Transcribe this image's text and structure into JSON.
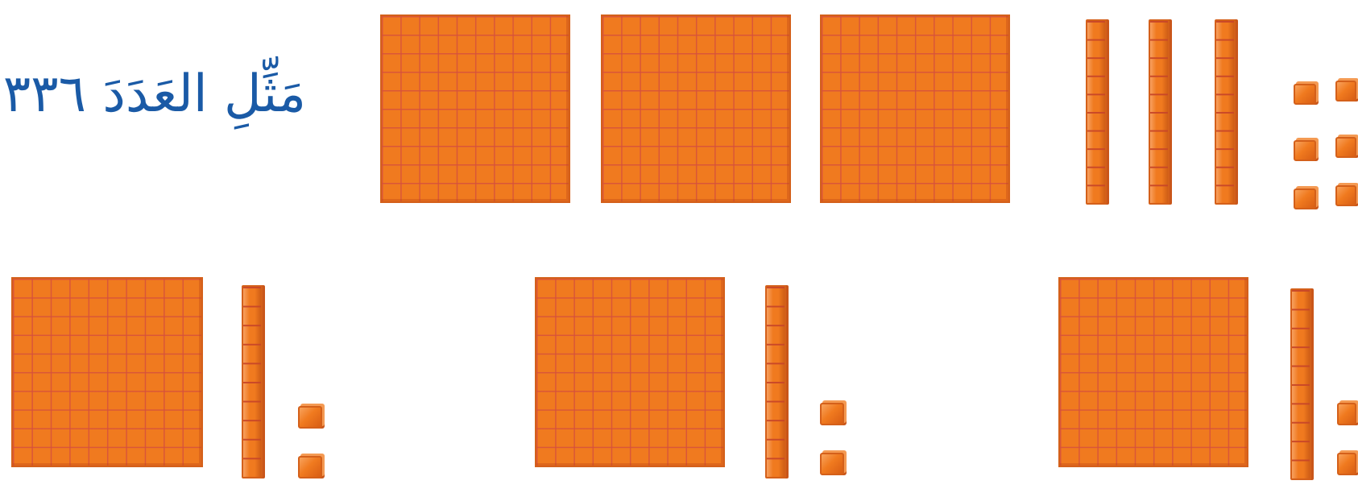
{
  "instruction": "مَثِّلِ العَدَدَ ٣٣٦",
  "colors": {
    "block_fill": "#f07a1f",
    "block_grid": "#d6503c",
    "title_text": "#1a5aa6"
  },
  "top_model": {
    "hundreds_flats": 3,
    "tens_rods": 3,
    "ones_units": 6
  },
  "answer_options": [
    {
      "hundreds_flats": 1,
      "tens_rods": 1,
      "ones_units": 2
    },
    {
      "hundreds_flats": 1,
      "tens_rods": 1,
      "ones_units": 2
    },
    {
      "hundreds_flats": 1,
      "tens_rods": 1,
      "ones_units": 2
    }
  ]
}
